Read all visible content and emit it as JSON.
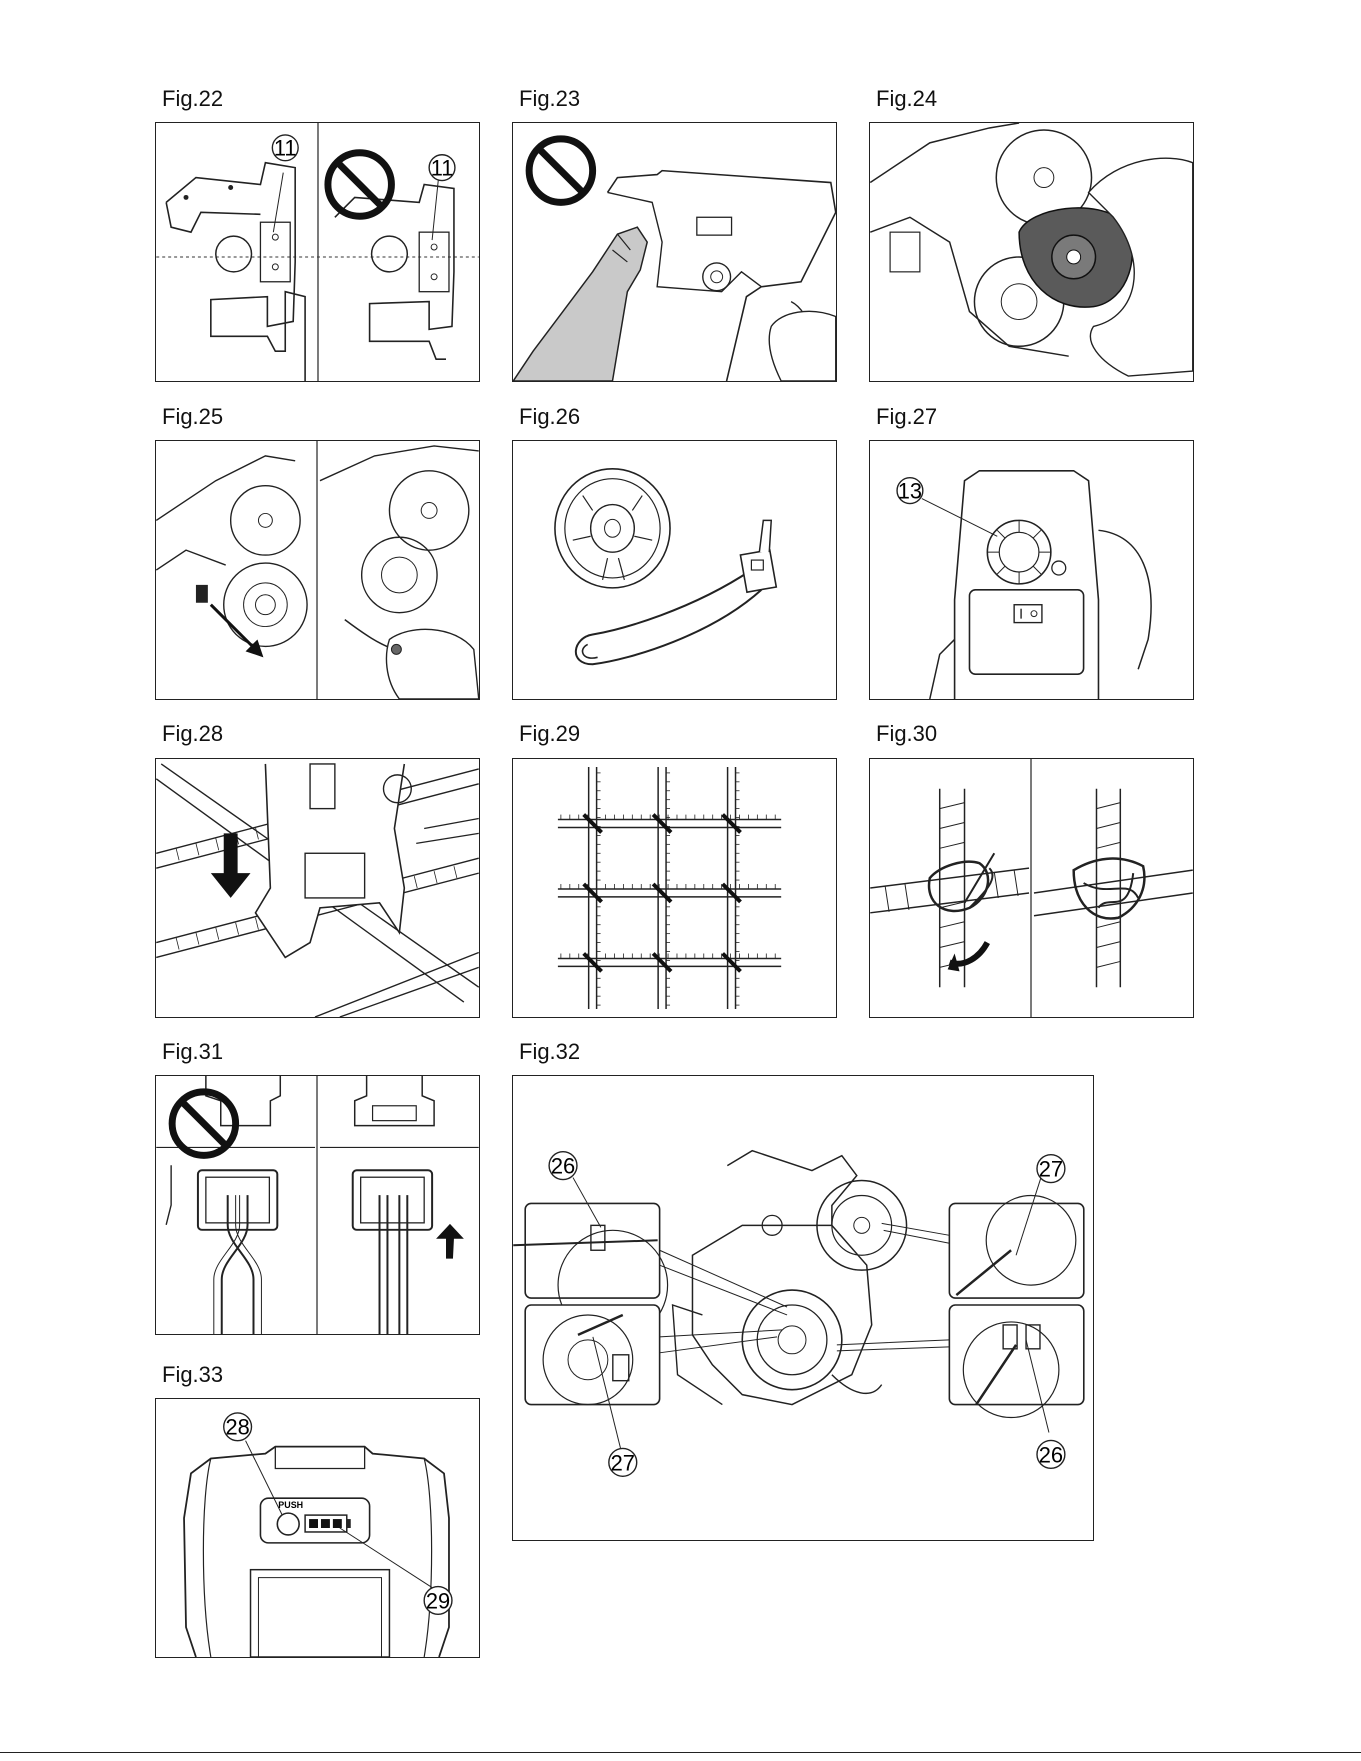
{
  "figures": {
    "fig22": {
      "label": "Fig.22",
      "callouts": [
        "11",
        "11"
      ]
    },
    "fig23": {
      "label": "Fig.23"
    },
    "fig24": {
      "label": "Fig.24"
    },
    "fig25": {
      "label": "Fig.25"
    },
    "fig26": {
      "label": "Fig.26"
    },
    "fig27": {
      "label": "Fig.27",
      "callouts": [
        "13"
      ]
    },
    "fig28": {
      "label": "Fig.28"
    },
    "fig29": {
      "label": "Fig.29"
    },
    "fig30": {
      "label": "Fig.30"
    },
    "fig31": {
      "label": "Fig.31"
    },
    "fig32": {
      "label": "Fig.32",
      "callouts": [
        "26",
        "27",
        "27",
        "26"
      ]
    },
    "fig33": {
      "label": "Fig.33",
      "callouts": [
        "28",
        "29"
      ],
      "push_text": "PUSH"
    }
  }
}
